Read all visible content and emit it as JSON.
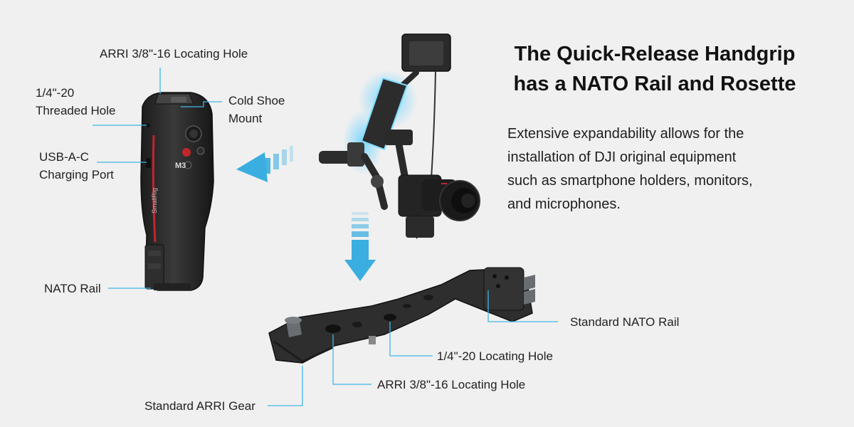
{
  "headline": {
    "line1": "The Quick-Release Handgrip",
    "line2": "has a NATO Rail and Rosette"
  },
  "description": {
    "line1": "Extensive expandability allows for the",
    "line2": "installation of DJI original equipment",
    "line3": "such as smartphone holders, monitors,",
    "line4": "and microphones."
  },
  "handgrip_callouts": {
    "arri_hole": "ARRI 3/8\"-16 Locating Hole",
    "threaded_hole_line1": "1/4\"-20",
    "threaded_hole_line2": "Threaded Hole",
    "cold_shoe_line1": "Cold Shoe",
    "cold_shoe_line2": "Mount",
    "usb_line1": "USB-A-C",
    "usb_line2": "Charging Port",
    "nato_rail": "NATO Rail"
  },
  "handgrip_print": {
    "brand": "SmallRig",
    "model": "M3"
  },
  "bracket_callouts": {
    "standard_nato_rail": "Standard NATO Rail",
    "quarter_locating_hole": "1/4\"-20 Locating Hole",
    "arri_locating_hole": "ARRI 3/8\"-16 Locating Hole",
    "arri_gear": "Standard ARRI Gear"
  },
  "colors": {
    "background": "#f0f0f0",
    "accent_blue": "#3fb6e6",
    "product_black": "#2a2a2a",
    "accent_red": "#c0262c"
  }
}
